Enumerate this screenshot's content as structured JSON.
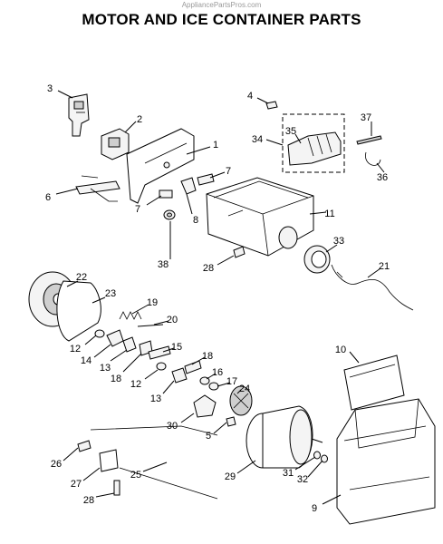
{
  "watermark": "AppliancePartsPros.com",
  "title": "MOTOR AND ICE CONTAINER PARTS",
  "callouts": [
    {
      "label": "1"
    },
    {
      "label": "2"
    },
    {
      "label": "3"
    },
    {
      "label": "4"
    },
    {
      "label": "5"
    },
    {
      "label": "6"
    },
    {
      "label": "7"
    },
    {
      "label": "7"
    },
    {
      "label": "8"
    },
    {
      "label": "9"
    },
    {
      "label": "10"
    },
    {
      "label": "11"
    },
    {
      "label": "12"
    },
    {
      "label": "12"
    },
    {
      "label": "13"
    },
    {
      "label": "13"
    },
    {
      "label": "14"
    },
    {
      "label": "15"
    },
    {
      "label": "16"
    },
    {
      "label": "17"
    },
    {
      "label": "18"
    },
    {
      "label": "18"
    },
    {
      "label": "19"
    },
    {
      "label": "20"
    },
    {
      "label": "21"
    },
    {
      "label": "22"
    },
    {
      "label": "23"
    },
    {
      "label": "24"
    },
    {
      "label": "25"
    },
    {
      "label": "26"
    },
    {
      "label": "27"
    },
    {
      "label": "28"
    },
    {
      "label": "28"
    },
    {
      "label": "29"
    },
    {
      "label": "30"
    },
    {
      "label": "31"
    },
    {
      "label": "32"
    },
    {
      "label": "33"
    },
    {
      "label": "34"
    },
    {
      "label": "35"
    },
    {
      "label": "36"
    },
    {
      "label": "37"
    },
    {
      "label": "38"
    }
  ]
}
